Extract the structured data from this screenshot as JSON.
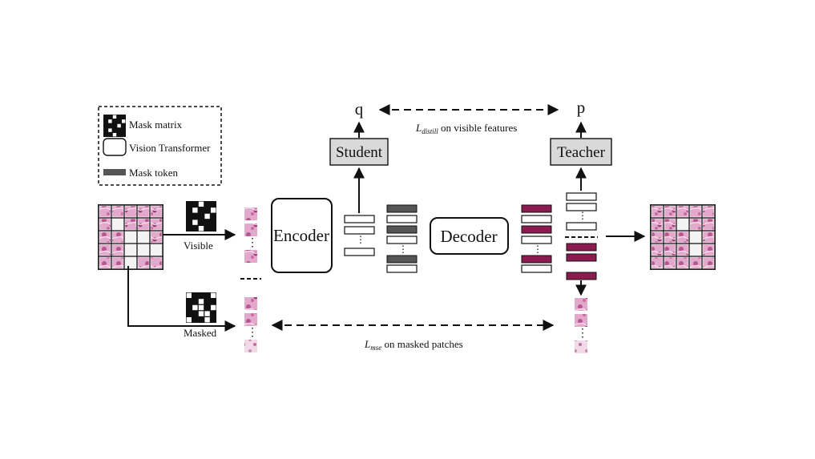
{
  "legend": {
    "mask_matrix": "Mask matrix",
    "vision_transformer": "Vision Transformer",
    "mask_token": "Mask token"
  },
  "labels": {
    "visible": "Visible",
    "masked": "Masked",
    "encoder": "Encoder",
    "decoder": "Decoder",
    "student": "Student",
    "teacher": "Teacher",
    "q": "q",
    "p": "p",
    "distill_loss_main": "L",
    "distill_loss_sub": "distill",
    "distill_loss_rest": " on visible features",
    "mse_loss_main": "L",
    "mse_loss_sub": "mse",
    "mse_loss_rest": " on masked patches",
    "ellipsis": "⋮"
  },
  "colors": {
    "mask_token": "#555555",
    "decoded_token": "#8b1a4f",
    "module_fill": "#d9d9d9",
    "tissue_pink": "#c86fa8",
    "tissue_light": "#ecc9df"
  }
}
